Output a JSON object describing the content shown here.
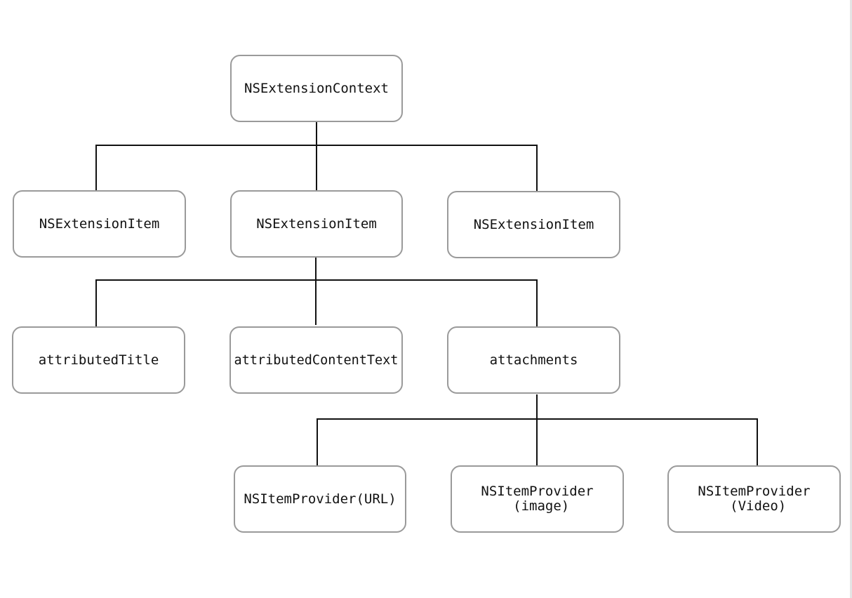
{
  "diagram": {
    "nodes": {
      "context": {
        "label": "NSExtensionContext"
      },
      "item_left": {
        "label": "NSExtensionItem"
      },
      "item_middle": {
        "label": "NSExtensionItem"
      },
      "item_right": {
        "label": "NSExtensionItem"
      },
      "attributed_title": {
        "label": "attributedTitle"
      },
      "attributed_content_text": {
        "label": "attributedContentText"
      },
      "attachments": {
        "label": "attachments"
      },
      "provider_url": {
        "label": "NSItemProvider(URL)"
      },
      "provider_image": {
        "label": "NSItemProvider\n (image)"
      },
      "provider_video": {
        "label": "NSItemProvider\n (Video)"
      }
    },
    "edges": [
      {
        "from": "context",
        "to": [
          "item_left",
          "item_middle",
          "item_right"
        ]
      },
      {
        "from": "item_middle",
        "to": [
          "attributed_title",
          "attributed_content_text",
          "attachments"
        ]
      },
      {
        "from": "attachments",
        "to": [
          "provider_url",
          "provider_image",
          "provider_video"
        ]
      }
    ]
  }
}
